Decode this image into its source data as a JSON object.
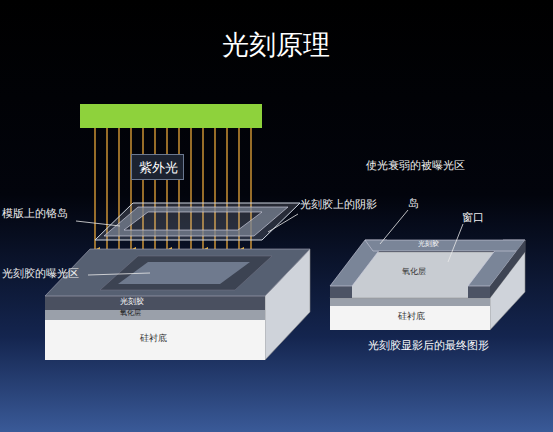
{
  "diagram": {
    "title": "光刻原理",
    "caption": "光刻胶显影后的最终图形",
    "nodes": [
      {
        "text": [
          "紫外光"
        ]
      }
    ],
    "labels": [
      "模版上的铬岛",
      "光刻胶上的阴影",
      "光刻胶的曝光区",
      "光刻胶",
      "氧化层",
      "硅衬底",
      "使光衰弱的被曝光区",
      "岛",
      "窗口",
      "光刻胶",
      "氧化层",
      "硅衬底"
    ]
  }
}
